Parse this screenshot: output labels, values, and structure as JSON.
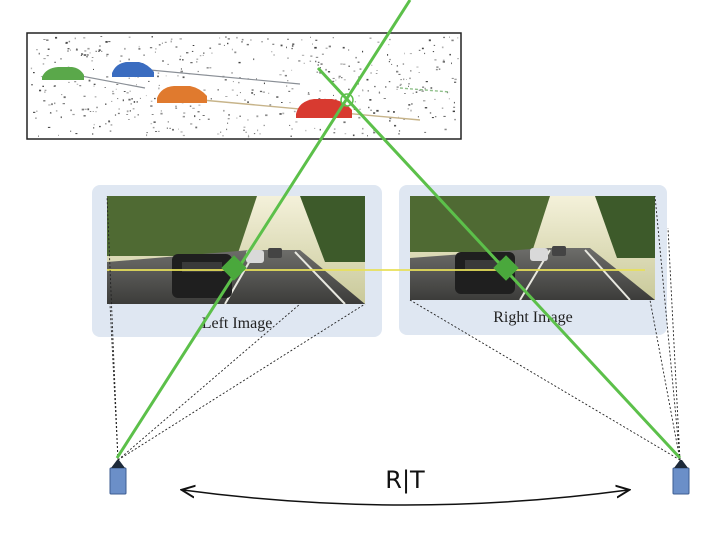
{
  "left_image": {
    "caption": "Left Image"
  },
  "right_image": {
    "caption": "Right Image"
  },
  "transform": {
    "label": "R|T"
  },
  "colors": {
    "ray_green": "#5cc04a",
    "epipolar_yellow": "#e8e05a",
    "panel_blue": "#dfe7f2",
    "camera_blue": "#6b8fc8",
    "car_green": "#5aa84a",
    "car_blue": "#3a6cc0",
    "car_orange": "#e07a2e",
    "car_red": "#d83a30"
  },
  "icons": [
    "left-camera-icon",
    "right-camera-icon",
    "matched-point-marker"
  ]
}
